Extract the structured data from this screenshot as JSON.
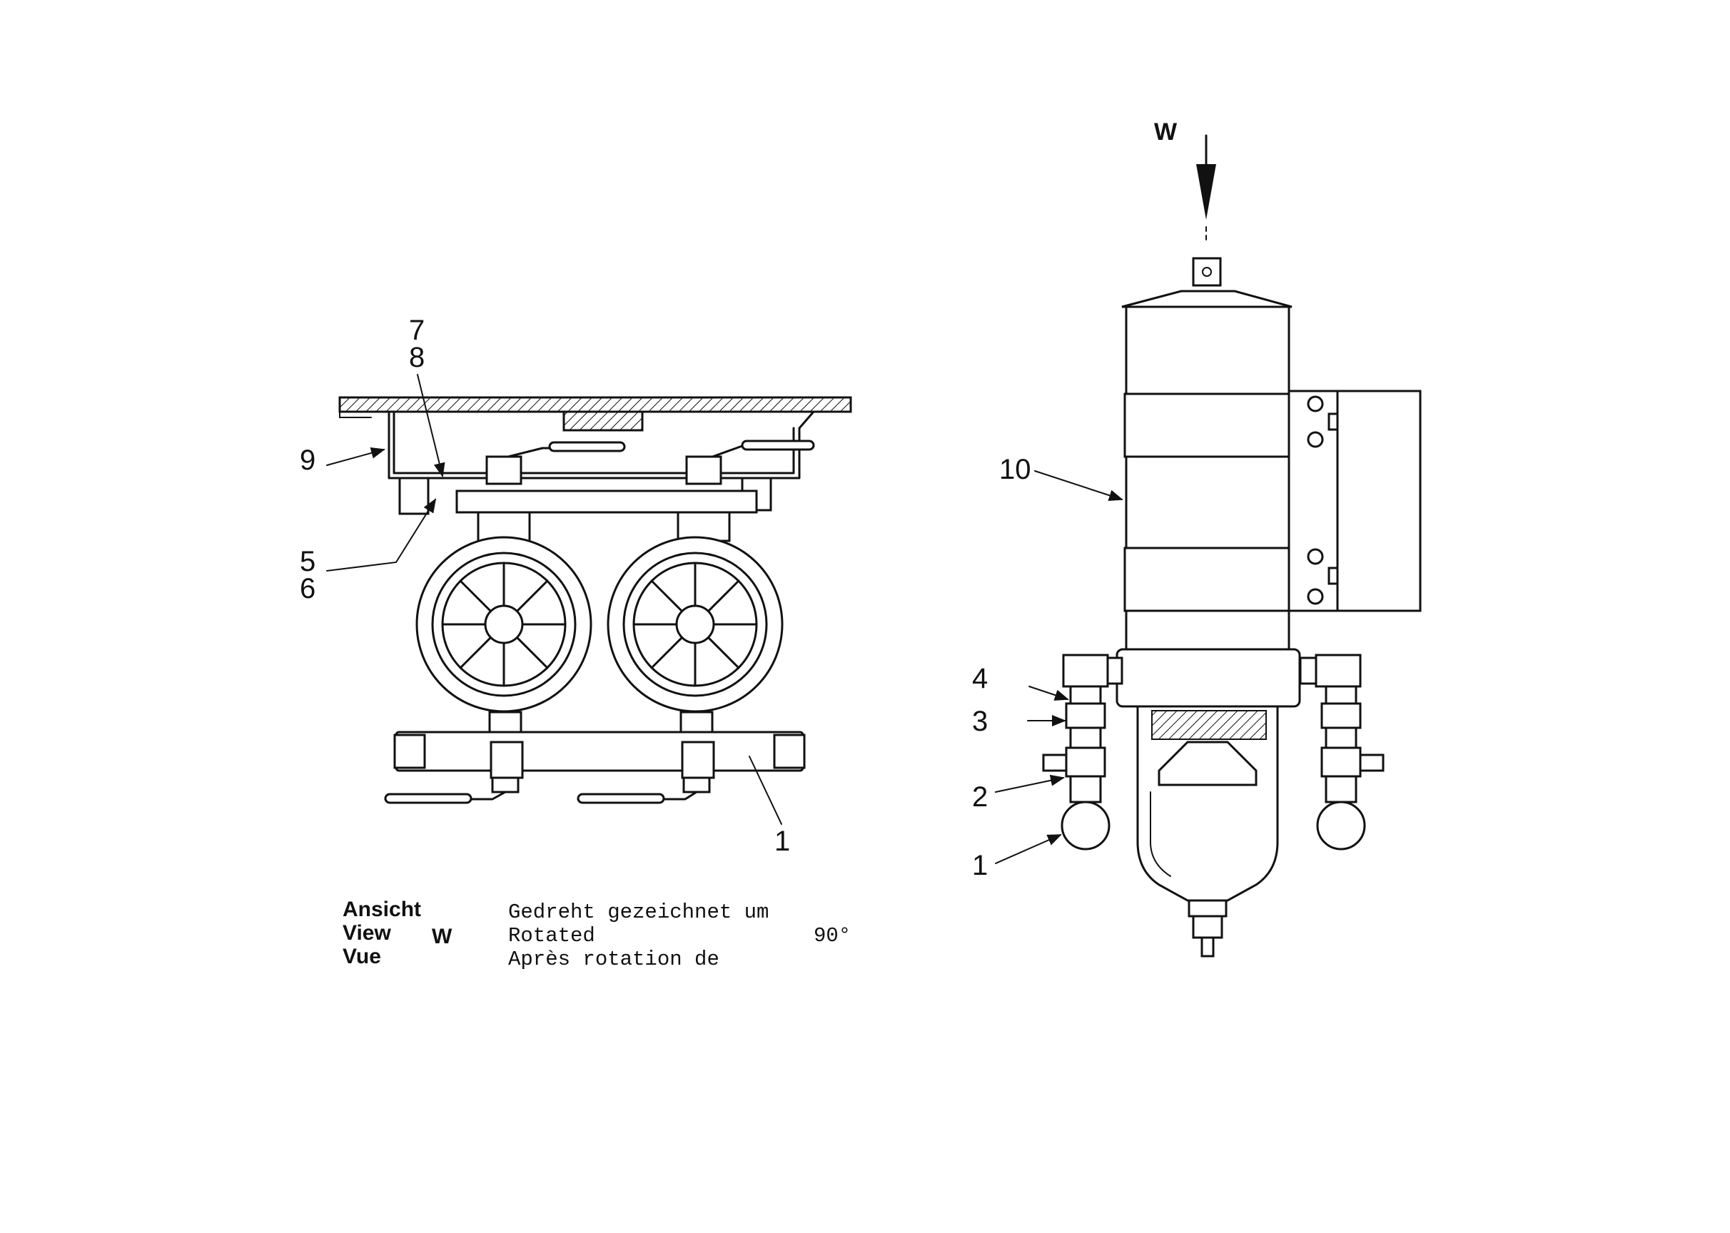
{
  "left_view": {
    "callouts": {
      "c7": "7",
      "c8": "8",
      "c9": "9",
      "c5": "5",
      "c6": "6",
      "c1": "1"
    }
  },
  "right_view": {
    "view_letter": "W",
    "callouts": {
      "c10": "10",
      "c4": "4",
      "c3": "3",
      "c2": "2",
      "c1": "1"
    }
  },
  "caption": {
    "view_label_de": "Ansicht",
    "view_label_en": "View",
    "view_label_fr": "Vue",
    "view_letter": "W",
    "rotated_de": "Gedreht gezeichnet um",
    "rotated_en": "Rotated",
    "rotated_fr": "Après rotation de",
    "angle": "90°"
  }
}
